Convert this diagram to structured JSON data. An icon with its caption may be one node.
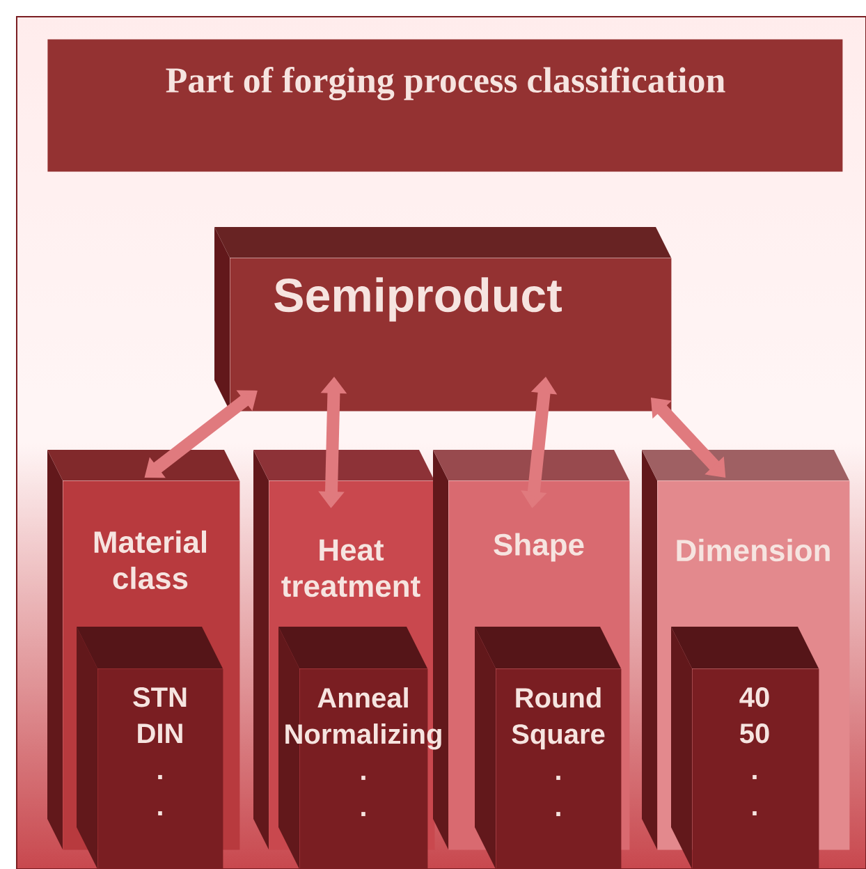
{
  "diagram": {
    "nodes": [
      {
        "text": [
          "Part of forging process classification"
        ]
      },
      {
        "text": [
          "Semiproduct"
        ]
      },
      {
        "text": [
          "Material class"
        ]
      },
      {
        "text": [
          "Heat treatment"
        ]
      },
      {
        "text": [
          "Shape"
        ]
      },
      {
        "text": [
          "Dimension"
        ]
      },
      {
        "text": [
          "STN",
          "DIN",
          ".",
          "."
        ],
        "in": 2
      },
      {
        "text": [
          "Anneal",
          "Normalizing",
          ".",
          "."
        ],
        "in": 3
      },
      {
        "text": [
          "Round",
          "Square",
          ".",
          "."
        ],
        "in": 4
      },
      {
        "text": [
          "40",
          "50",
          ".",
          "."
        ],
        "in": 5
      }
    ],
    "edges": [
      {
        "from": 1,
        "to": 2,
        "arrow": "both"
      },
      {
        "from": 1,
        "to": 3,
        "arrow": "both"
      },
      {
        "from": 1,
        "to": 4,
        "arrow": "both"
      },
      {
        "from": 1,
        "to": 5,
        "arrow": "both"
      }
    ]
  }
}
